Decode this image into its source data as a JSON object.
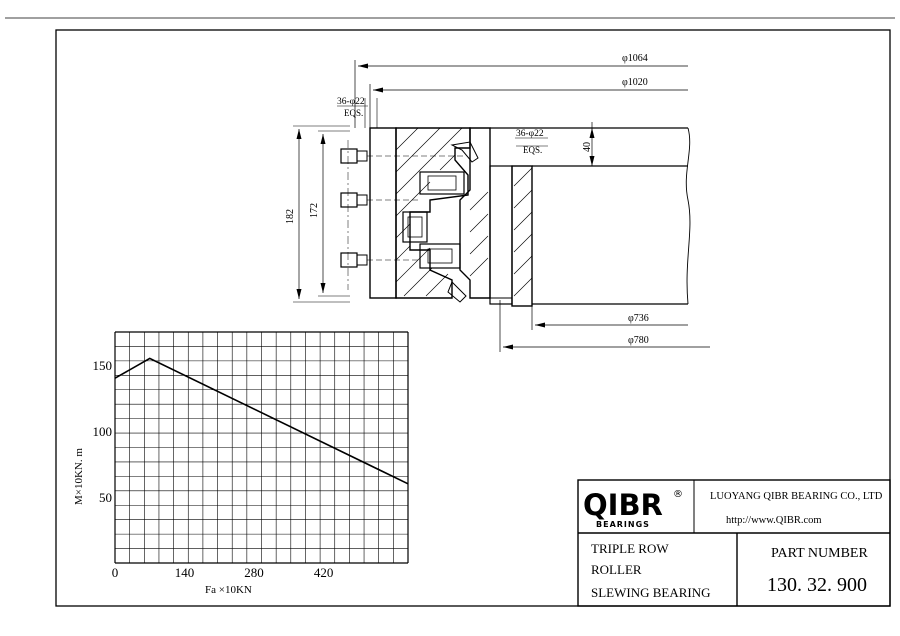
{
  "drawing": {
    "dims": {
      "d1064": "φ1064",
      "d1020": "φ1020",
      "holes_outer": "36-φ22",
      "eqs_outer": "EQS.",
      "holes_inner": "36-φ22",
      "eqs_inner": "EQS.",
      "h40": "40",
      "h182": "182",
      "h172": "172",
      "d736": "φ736",
      "d780": "φ780"
    }
  },
  "chart_data": {
    "type": "line",
    "ylabel": "M×10KN. m",
    "xlabel": "Fa ×10KN",
    "x_ticks": [
      "0",
      "140",
      "280",
      "420"
    ],
    "y_ticks": [
      "50",
      "100",
      "150"
    ],
    "xlim": [
      0,
      590
    ],
    "ylim": [
      0,
      175
    ],
    "series": [
      {
        "x": [
          0,
          70,
          590
        ],
        "y": [
          140,
          155,
          60
        ]
      }
    ]
  },
  "title_block": {
    "logo": "QIBR",
    "logo_sub": "BEARINGS",
    "registered": "®",
    "company": "LUOYANG QIBR BEARING CO., LTD",
    "url": "http://www.QIBR.com",
    "desc_line1": "TRIPLE ROW",
    "desc_line2": "ROLLER",
    "desc_line3": "SLEWING BEARING",
    "part_label": "PART NUMBER",
    "part_number": "130. 32. 900"
  }
}
